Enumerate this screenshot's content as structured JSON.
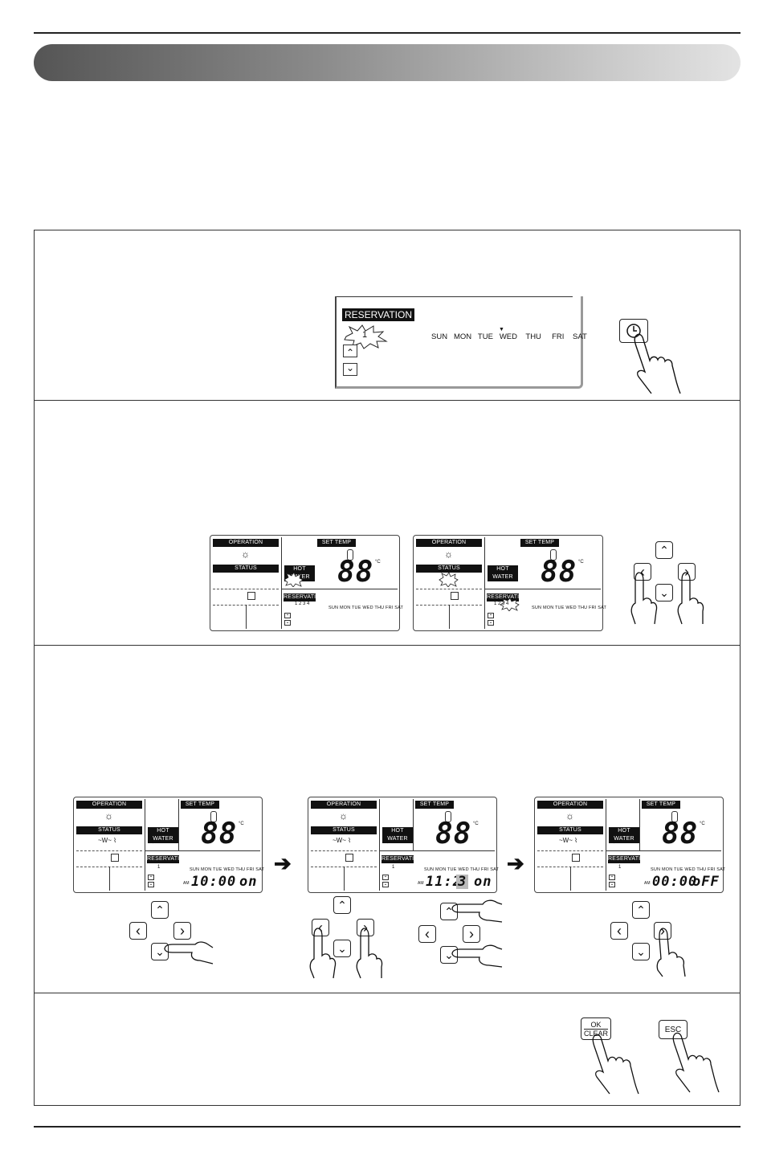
{
  "panel1": {
    "reservation_label": "RESERVATION",
    "reservation_number": "1",
    "days": [
      "SUN",
      "MON",
      "TUE",
      "WED",
      "THU",
      "FRI",
      "SAT"
    ],
    "selected_day": "WED"
  },
  "lcd": {
    "operation": "OPERATION",
    "status": "STATUS",
    "set_temp": "SET TEMP",
    "hot_water": "HOT WATER",
    "reservation": "RESERVATION",
    "temp_digits": "88",
    "unit": "°C",
    "days_line": "SUN  MON  TUE  WED  THU   FRI   SAT",
    "slots_a": "1 2 3 4",
    "slots_b": "1 2 3 4",
    "slot_one": "1",
    "am": "AM"
  },
  "step3": {
    "screens": [
      {
        "time": "10:00",
        "state": "on"
      },
      {
        "time": "11:2",
        "digit": "3",
        "state": "on"
      },
      {
        "time": "00:00",
        "state": "oFF"
      }
    ]
  },
  "keys": {
    "ok_line1": "OK",
    "ok_line2": "CLEAR",
    "esc": "ESC"
  },
  "icons": {
    "sun": "☼",
    "up": "⌃",
    "down": "⌄",
    "left": "‹",
    "right": "›",
    "arrow": "➔",
    "clock": "clock-icon"
  }
}
